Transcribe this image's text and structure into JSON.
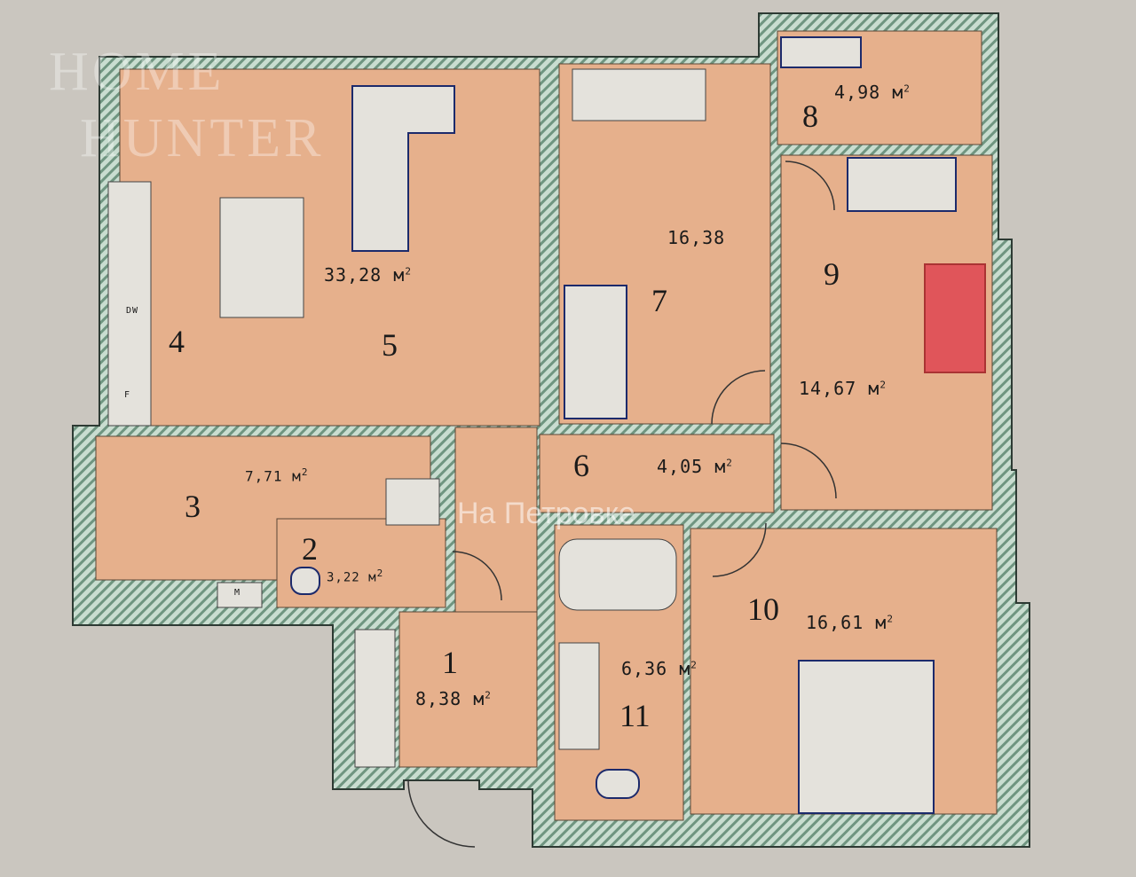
{
  "watermarks": {
    "brand_line1": "HOME",
    "brand_line2": "HUNTER",
    "agency": "На Петровке"
  },
  "colors": {
    "room_fill": "#e6b08c",
    "wall_hatch": "#a9c8b6",
    "wall_stroke": "#2d3a33",
    "furniture_stroke": "#1c2a6b",
    "sofa": "#e0555a",
    "background": "#cac6bf"
  },
  "unit": "м",
  "rooms": [
    {
      "number": "1",
      "area": "8,38"
    },
    {
      "number": "2",
      "area": "3,22"
    },
    {
      "number": "3",
      "area": "7,71"
    },
    {
      "number": "4",
      "area": ""
    },
    {
      "number": "5",
      "area": "33,28"
    },
    {
      "number": "6",
      "area": "4,05"
    },
    {
      "number": "7",
      "area": "16,38"
    },
    {
      "number": "8",
      "area": "4,98"
    },
    {
      "number": "9",
      "area": "14,67"
    },
    {
      "number": "10",
      "area": "16,61"
    },
    {
      "number": "11",
      "area": "6,36"
    }
  ],
  "appliance_labels": {
    "dishwasher": "DW",
    "fridge": "F",
    "washer": "M"
  }
}
